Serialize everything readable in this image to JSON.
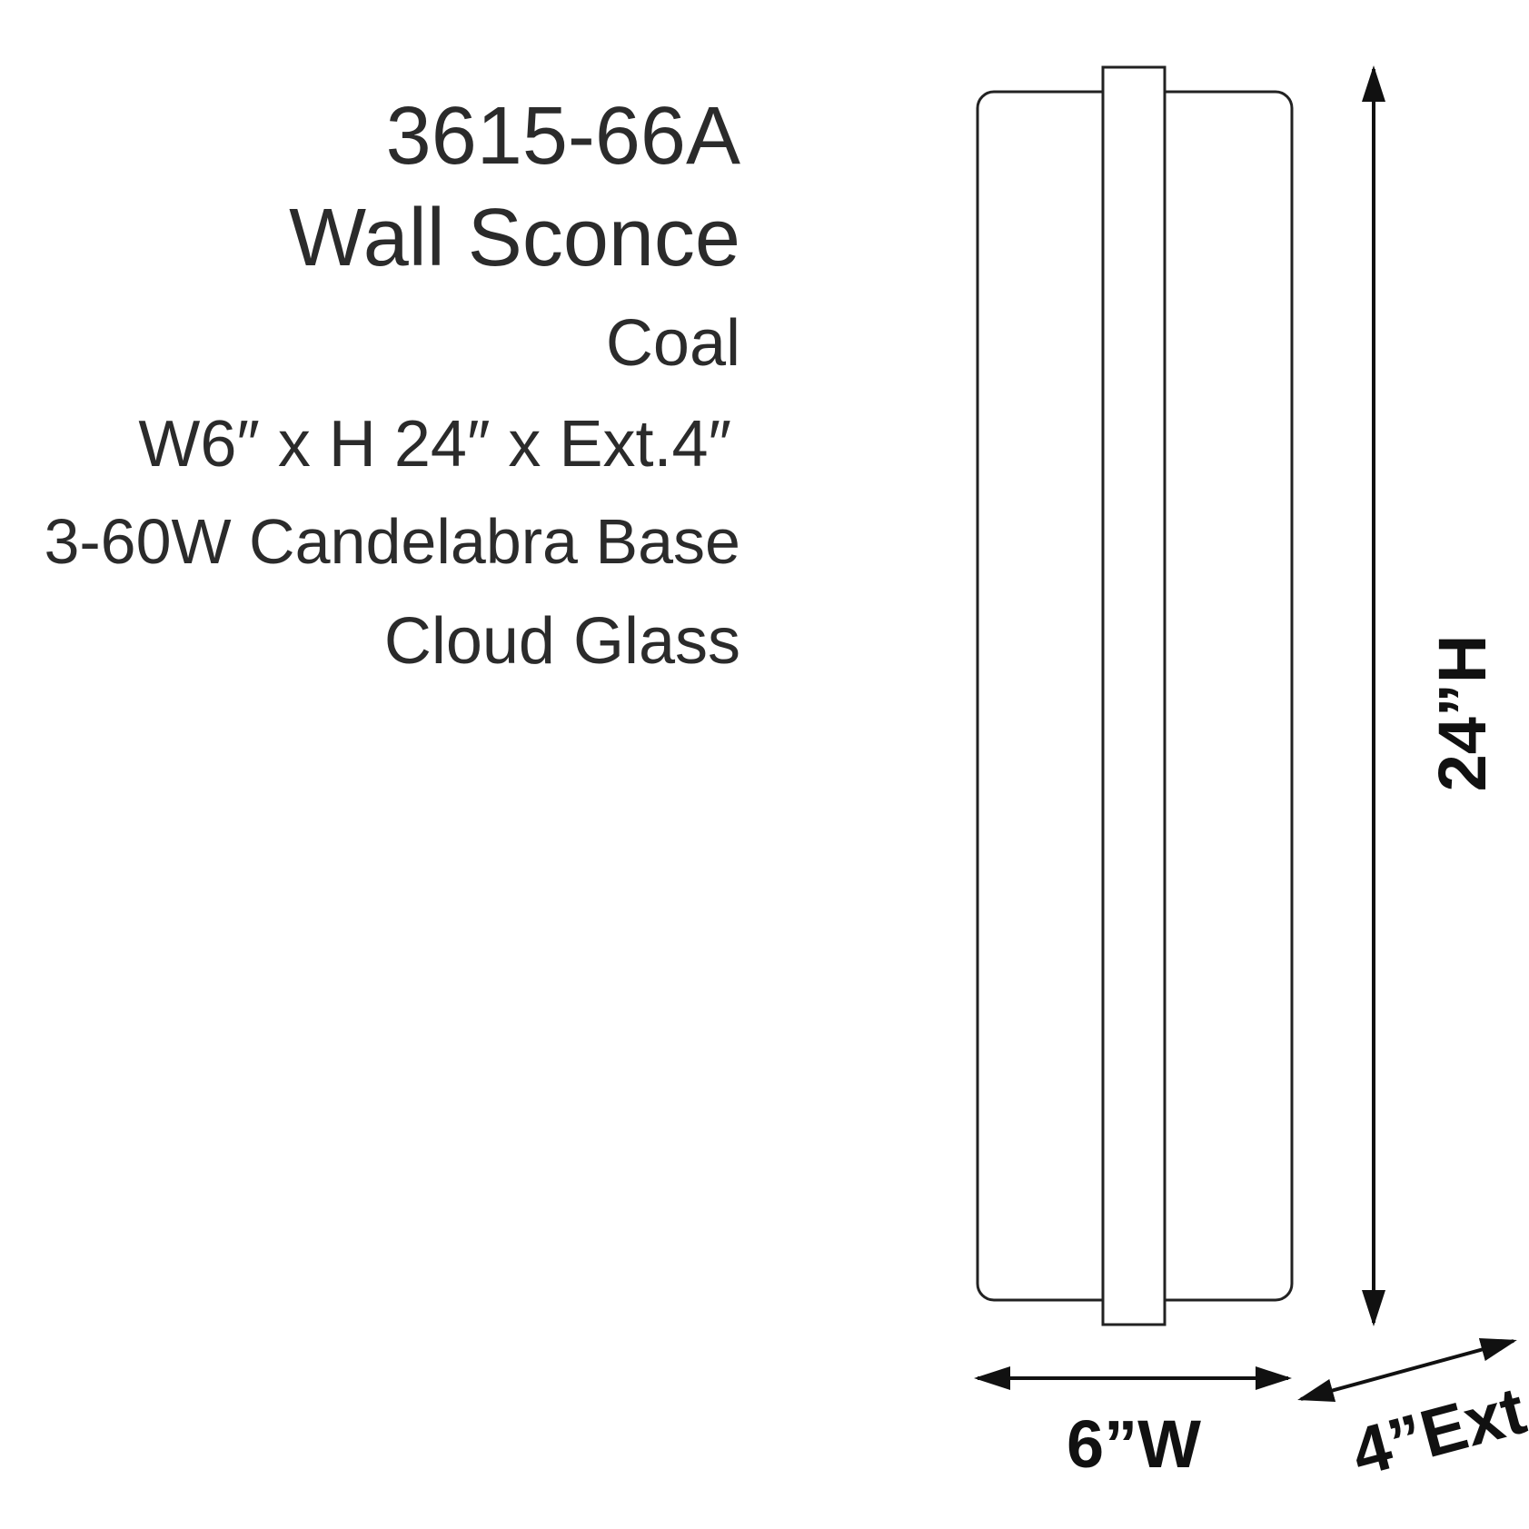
{
  "specs": {
    "model": "3615-66A",
    "type": "Wall Sconce",
    "finish": "Coal",
    "dimensions": "W6″ x H 24″ x Ext.4″",
    "lamping": "3-60W Candelabra Base",
    "glass": "Cloud Glass"
  },
  "drawing": {
    "width_label": "6”W",
    "height_label": "24”H",
    "extension_label": "4”Ext"
  },
  "colors": {
    "text": "#2b2b2b",
    "line": "#222222"
  }
}
